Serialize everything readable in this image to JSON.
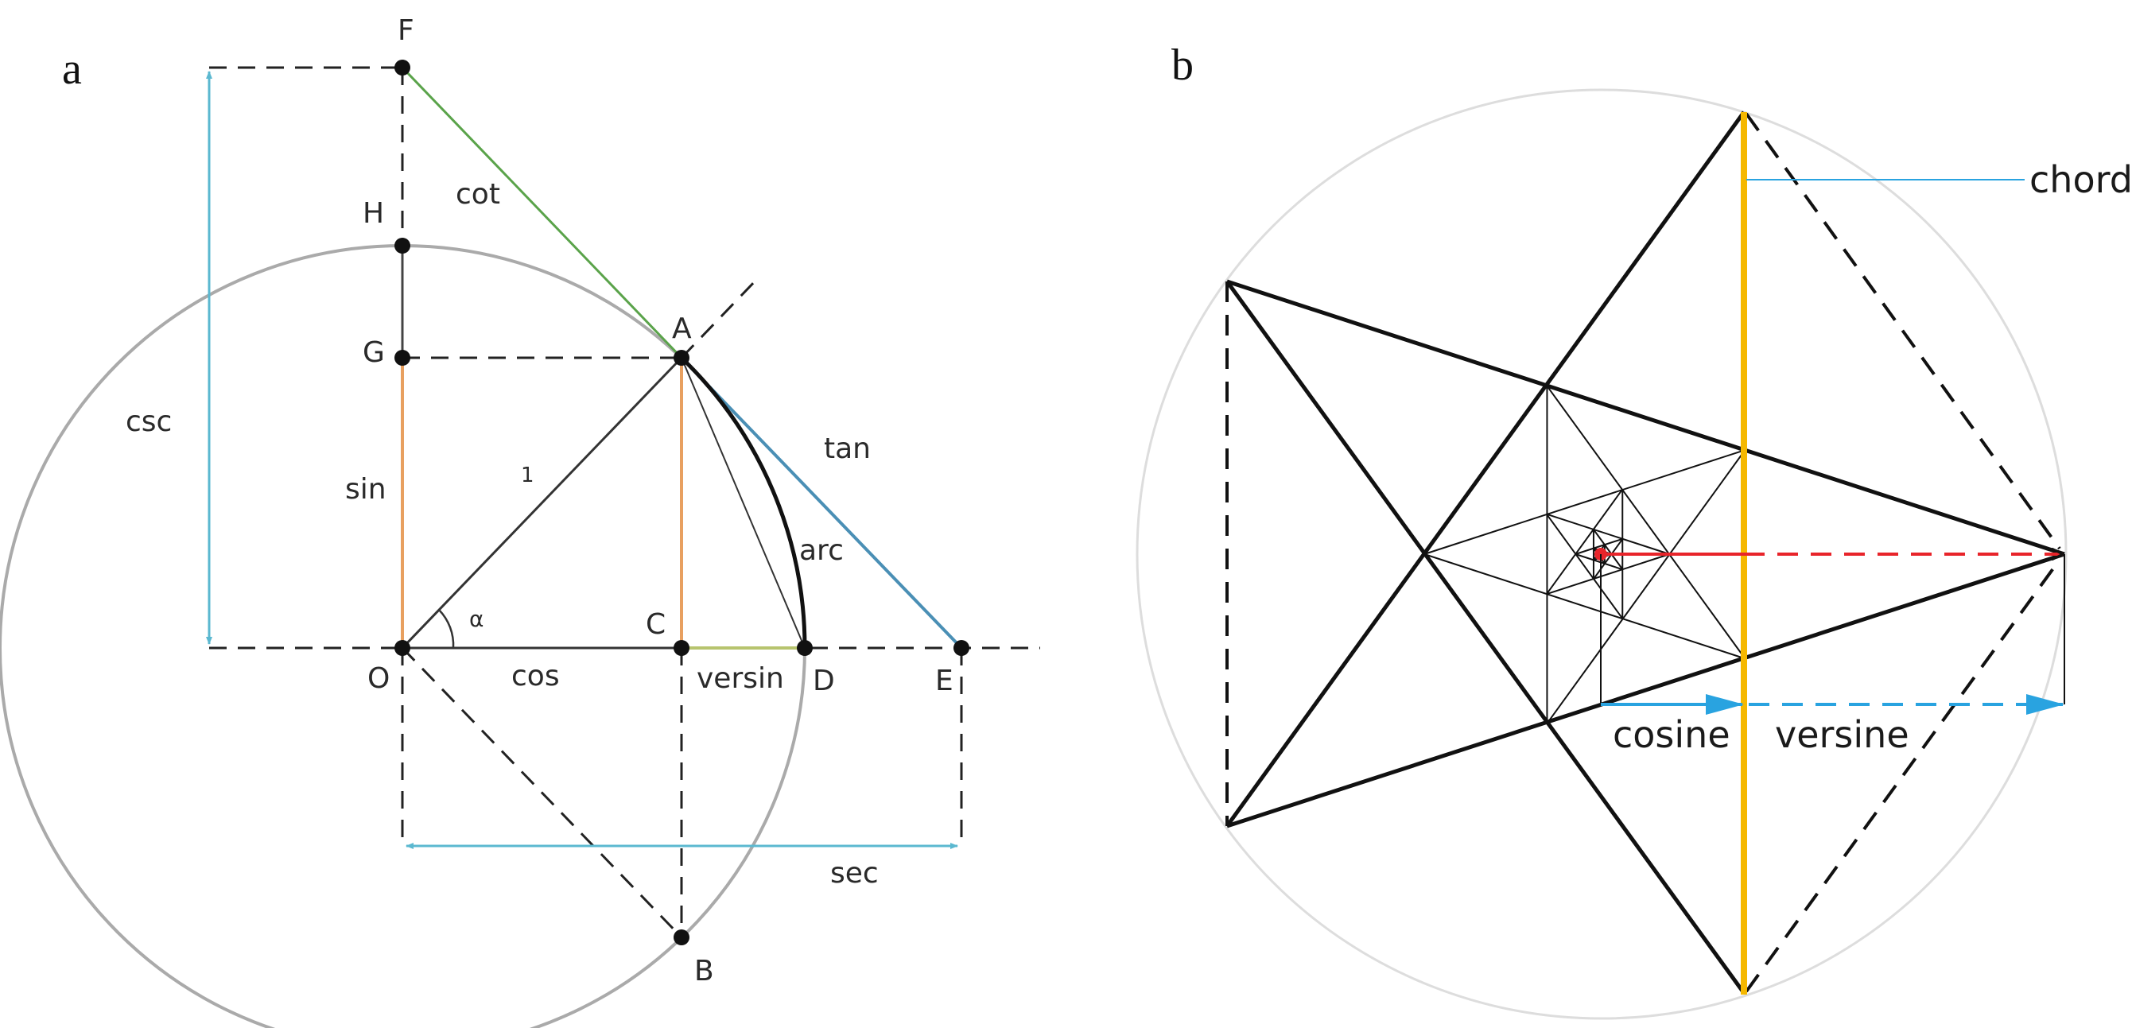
{
  "panel_a": {
    "panel_label": "a",
    "points": {
      "F": "F",
      "H": "H",
      "G": "G",
      "A": "A",
      "O": "O",
      "C": "C",
      "D": "D",
      "E": "E",
      "B": "B"
    },
    "labels": {
      "cot": "cot",
      "csc": "csc",
      "sin": "sin",
      "radius": "1",
      "angle": "α",
      "cos": "cos",
      "versin": "versin",
      "tan": "tan",
      "arc": "arc",
      "sec": "sec"
    },
    "colors": {
      "sin": "#e8a060",
      "cot": "#5aa34a",
      "tan": "#4a8fb5",
      "arrows": "#5bb8d0",
      "circle": "#aaaaaa",
      "versin": "#b7c46e"
    }
  },
  "panel_b": {
    "panel_label": "b",
    "labels": {
      "chord": "chord",
      "cosine": "cosine",
      "versine": "versine"
    },
    "colors": {
      "chord": "#f5b800",
      "radius": "#e8242a",
      "arrows": "#29a3e0",
      "circle": "#dddddd"
    }
  }
}
